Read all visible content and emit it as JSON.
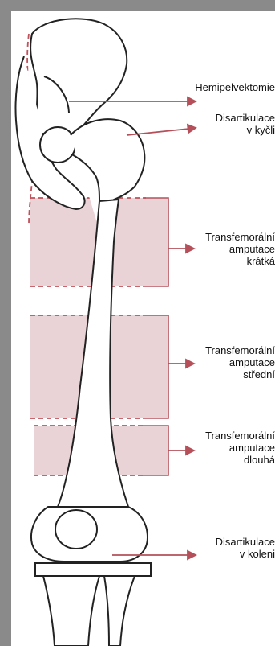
{
  "labels": {
    "hemipelvectomy": [
      "Hemipelvektomie"
    ],
    "hip_disarticulation": [
      "Disartikulace",
      "v kyčli"
    ],
    "transfemoral_short": [
      "Transfemorální",
      "amputace",
      "krátká"
    ],
    "transfemoral_middle": [
      "Transfemorální",
      "amputace",
      "střední"
    ],
    "transfemoral_long": [
      "Transfemorální",
      "amputace",
      "dlouhá"
    ],
    "knee_disarticulation": [
      "Disartikulace",
      "v koleni"
    ]
  },
  "colors": {
    "frame": "#8a8a8a",
    "arrow": "#b5505a",
    "zone_fill": "#ead3d6",
    "bone_stroke": "#222222",
    "dashed_line": "#c0505a"
  }
}
